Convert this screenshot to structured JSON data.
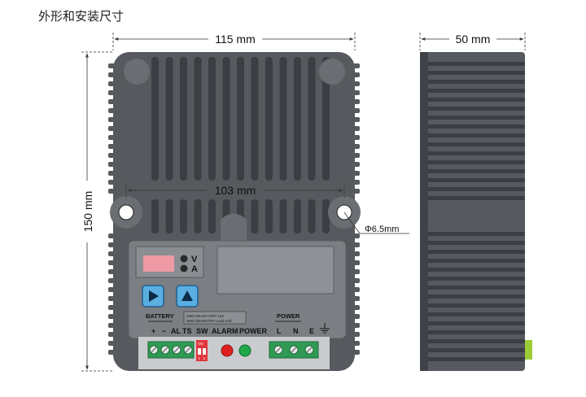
{
  "title": "外形和安装尺寸",
  "dims": {
    "width_front": "115 mm",
    "hole_spacing": "103 mm",
    "height": "150 mm",
    "depth": "50 mm",
    "hole_diameter": "Φ6.5mm"
  },
  "panel": {
    "indicator_v": "V",
    "indicator_a": "A",
    "battery_label": "BATTERY",
    "power_label": "POWER",
    "switch_note_1": "SW1:ON-24V  /OFF-12V",
    "switch_note_2": "SW2:ON-MG/OFF-Lead Acid",
    "terminal_labels": [
      "+",
      "−",
      "AL",
      "TS",
      "SW",
      "ALARM",
      "POWER",
      "L",
      "N",
      "E"
    ],
    "dip_on": "ON",
    "dip_nums": [
      "1",
      "2"
    ]
  },
  "colors": {
    "housing": "#56595d",
    "fin_dark": "#3b3e42",
    "panel_face": "#7b7e83",
    "display": "#ee9aa5",
    "button": "#5aaee0",
    "terminal": "#2f9a53",
    "dip": "#e2353b",
    "led_red": "#e02020",
    "led_green": "#1ea84a",
    "side_tab": "#9ccc38"
  }
}
